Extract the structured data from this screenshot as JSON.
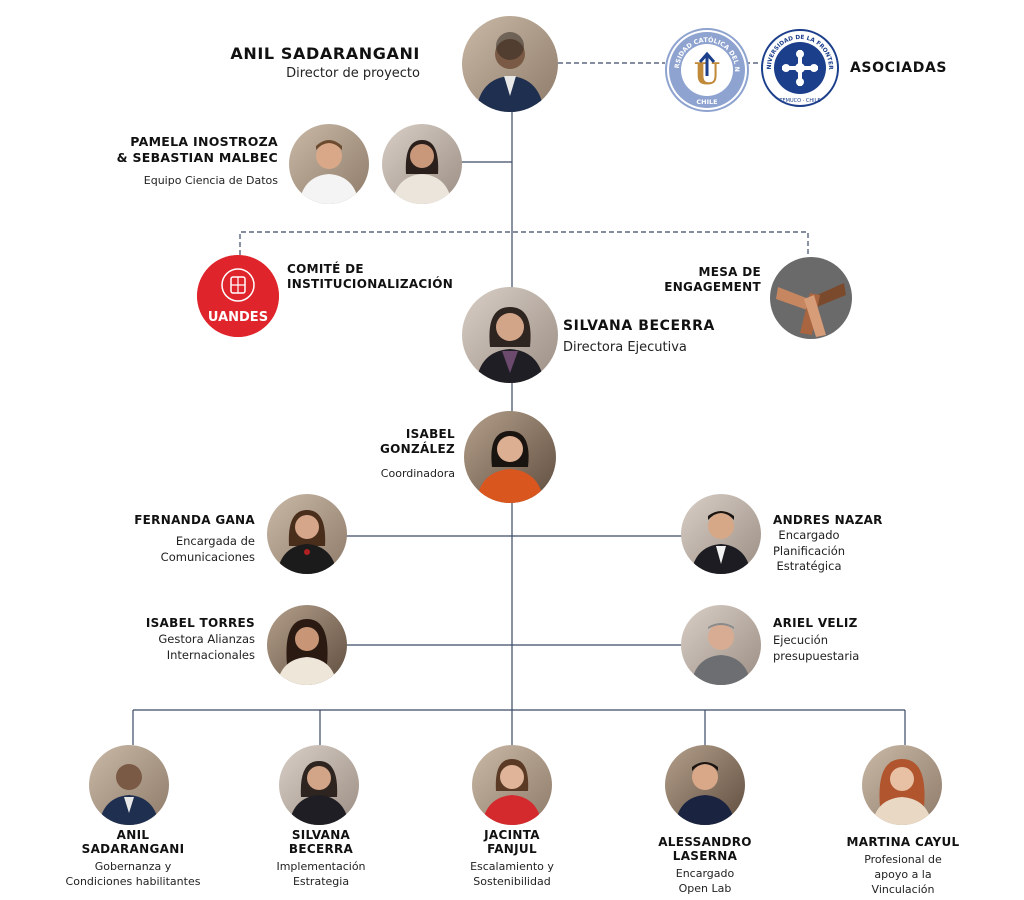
{
  "director": {
    "name": "ANIL SADARANGANI",
    "role": "Director de proyecto"
  },
  "asociadas": {
    "label": "ASOCIADAS",
    "logos": [
      {
        "name": "Universidad Católica del Norte",
        "ring_top": "UNIVERSIDAD CATÓLICA DEL NORTE",
        "ring_bottom": "CHILE",
        "letter": "U",
        "color": "#8ea3cf"
      },
      {
        "name": "Universidad de La Frontera",
        "ring_top": "UNIVERSIDAD DE LA FRONTERA",
        "ring_bottom": "TEMUCO · CHILE",
        "color": "#1c3f8c"
      }
    ]
  },
  "data_science": {
    "name": "PAMELA INOSTROZA\n& SEBASTIAN MALBEC",
    "role": "Equipo Ciencia de Datos"
  },
  "comite": {
    "name": "COMITÉ DE\nINSTITUCIONALIZACIÓN",
    "logo_text": "UANDES",
    "logo_color": "#e0242b"
  },
  "mesa": {
    "name": "MESA DE\nENGAGEMENT"
  },
  "exec": {
    "name": "SILVANA BECERRA",
    "role": "Directora Ejecutiva"
  },
  "coord": {
    "name": "ISABEL\nGONZÁLEZ",
    "role": "Coordinadora"
  },
  "left_staff": [
    {
      "name": "FERNANDA GANA",
      "role": "Encargada de\nComunicaciones"
    },
    {
      "name": "ISABEL TORRES",
      "role": "Gestora Alianzas\nInternacionales"
    }
  ],
  "right_staff": [
    {
      "name": "ANDRES NAZAR",
      "role": "Encargado\nPlanificación\nEstratégica"
    },
    {
      "name": "ARIEL VELIZ",
      "role": "Ejecución\npresupuestaria"
    }
  ],
  "bottom": [
    {
      "name": "ANIL\nSADARANGANI",
      "role": "Gobernanza y\nCondiciones habilitantes"
    },
    {
      "name": "SILVANA\nBECERRA",
      "role": "Implementación\nEstrategia"
    },
    {
      "name": "JACINTA\nFANJUL",
      "role": "Escalamiento y\nSostenibilidad"
    },
    {
      "name": "ALESSANDRO\nLASERNA",
      "role": "Encargado\nOpen Lab"
    },
    {
      "name": "MARTINA CAYUL",
      "role": "Profesional de\napoyo a la\nVinculación"
    }
  ]
}
